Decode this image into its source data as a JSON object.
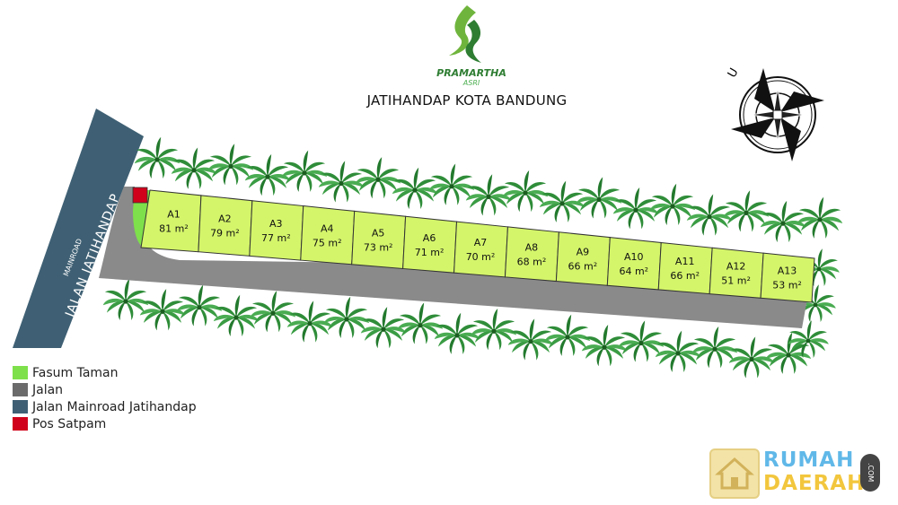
{
  "header": {
    "brand_name": "PRAMARTHA",
    "brand_sub": "ASRI",
    "title": "JATIHANDAP KOTA BANDUNG"
  },
  "compass": {
    "north_label": "U"
  },
  "roads": {
    "mainroad_small": "MAINROAD",
    "mainroad_large": "JALAN JATIHANDAP"
  },
  "plots": [
    {
      "id": "A1",
      "area": "81 m²"
    },
    {
      "id": "A2",
      "area": "79 m²"
    },
    {
      "id": "A3",
      "area": "77 m²"
    },
    {
      "id": "A4",
      "area": "75 m²"
    },
    {
      "id": "A5",
      "area": "73 m²"
    },
    {
      "id": "A6",
      "area": "71 m²"
    },
    {
      "id": "A7",
      "area": "70 m²"
    },
    {
      "id": "A8",
      "area": "68 m²"
    },
    {
      "id": "A9",
      "area": "66 m²"
    },
    {
      "id": "A10",
      "area": "64 m²"
    },
    {
      "id": "A11",
      "area": "66 m²"
    },
    {
      "id": "A12",
      "area": "51 m²"
    },
    {
      "id": "A13",
      "area": "53 m²"
    }
  ],
  "legend": [
    {
      "label": "Fasum Taman",
      "color": "#7ee04a"
    },
    {
      "label": "Jalan",
      "color": "#6b6b6b"
    },
    {
      "label": "Jalan Mainroad Jatihandap",
      "color": "#3f6074"
    },
    {
      "label": "Pos Satpam",
      "color": "#d0021b"
    }
  ],
  "colors": {
    "plot_fill": "#d4f56a",
    "garden": "#7ee04a",
    "road": "#8a8a8a",
    "mainroad": "#3f6074",
    "security_post": "#d0021b",
    "palm": "#2e8b3a"
  },
  "watermark": {
    "line1": "RUMAH",
    "line2": "DAERAH",
    "suffix": ".COM"
  }
}
